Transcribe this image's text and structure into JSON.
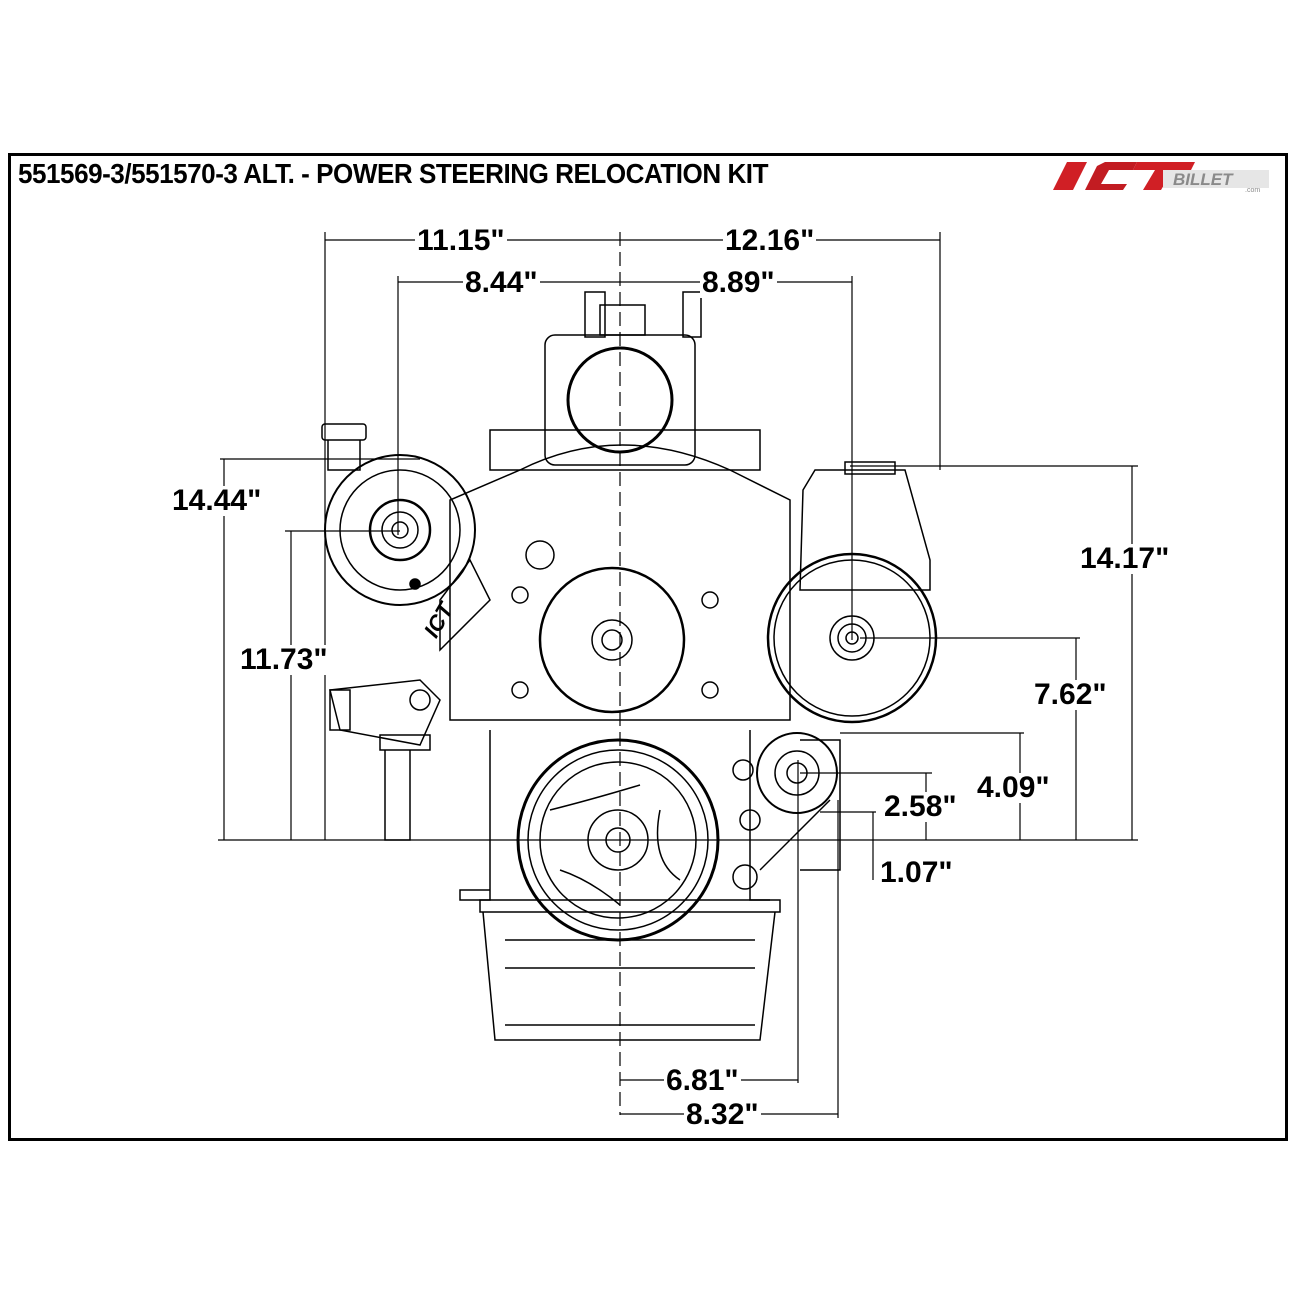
{
  "header": {
    "title": "551569-3/551570-3 ALT. - POWER STEERING RELOCATION KIT",
    "logo": {
      "text_main": "ICT",
      "text_sub": "BILLET",
      "text_tld": ".com",
      "accent_color": "#d01f25",
      "secondary_color": "#9a9a9a"
    }
  },
  "drawing": {
    "subject": "engine-front-view",
    "components": [
      "alternator",
      "power-steering-pump",
      "reservoir",
      "water-pump-pulley",
      "crankshaft-balancer",
      "idler-tensioner",
      "throttle-body",
      "thermostat-housing",
      "oil-pan",
      "ICT-bracket"
    ],
    "bracket_text": "ICT",
    "dimensions": {
      "horizontal": [
        {
          "id": "left-outer-width",
          "value": "11.15\""
        },
        {
          "id": "right-outer-width",
          "value": "12.16\""
        },
        {
          "id": "left-alt-center",
          "value": "8.44\""
        },
        {
          "id": "right-ps-center",
          "value": "8.89\""
        },
        {
          "id": "bottom-idler-offset",
          "value": "6.81\""
        },
        {
          "id": "bottom-tensioner-offset",
          "value": "8.32\""
        }
      ],
      "vertical": [
        {
          "id": "alt-top-height",
          "value": "14.44\""
        },
        {
          "id": "alt-center-height",
          "value": "11.73\""
        },
        {
          "id": "reservoir-top-height",
          "value": "14.17\""
        },
        {
          "id": "ps-center-height",
          "value": "7.62\""
        },
        {
          "id": "bracket-height",
          "value": "4.09\""
        },
        {
          "id": "idler-center-height",
          "value": "2.58\""
        },
        {
          "id": "lower-offset",
          "value": "1.07\""
        }
      ]
    }
  },
  "colors": {
    "line": "#000000",
    "background": "#ffffff"
  }
}
